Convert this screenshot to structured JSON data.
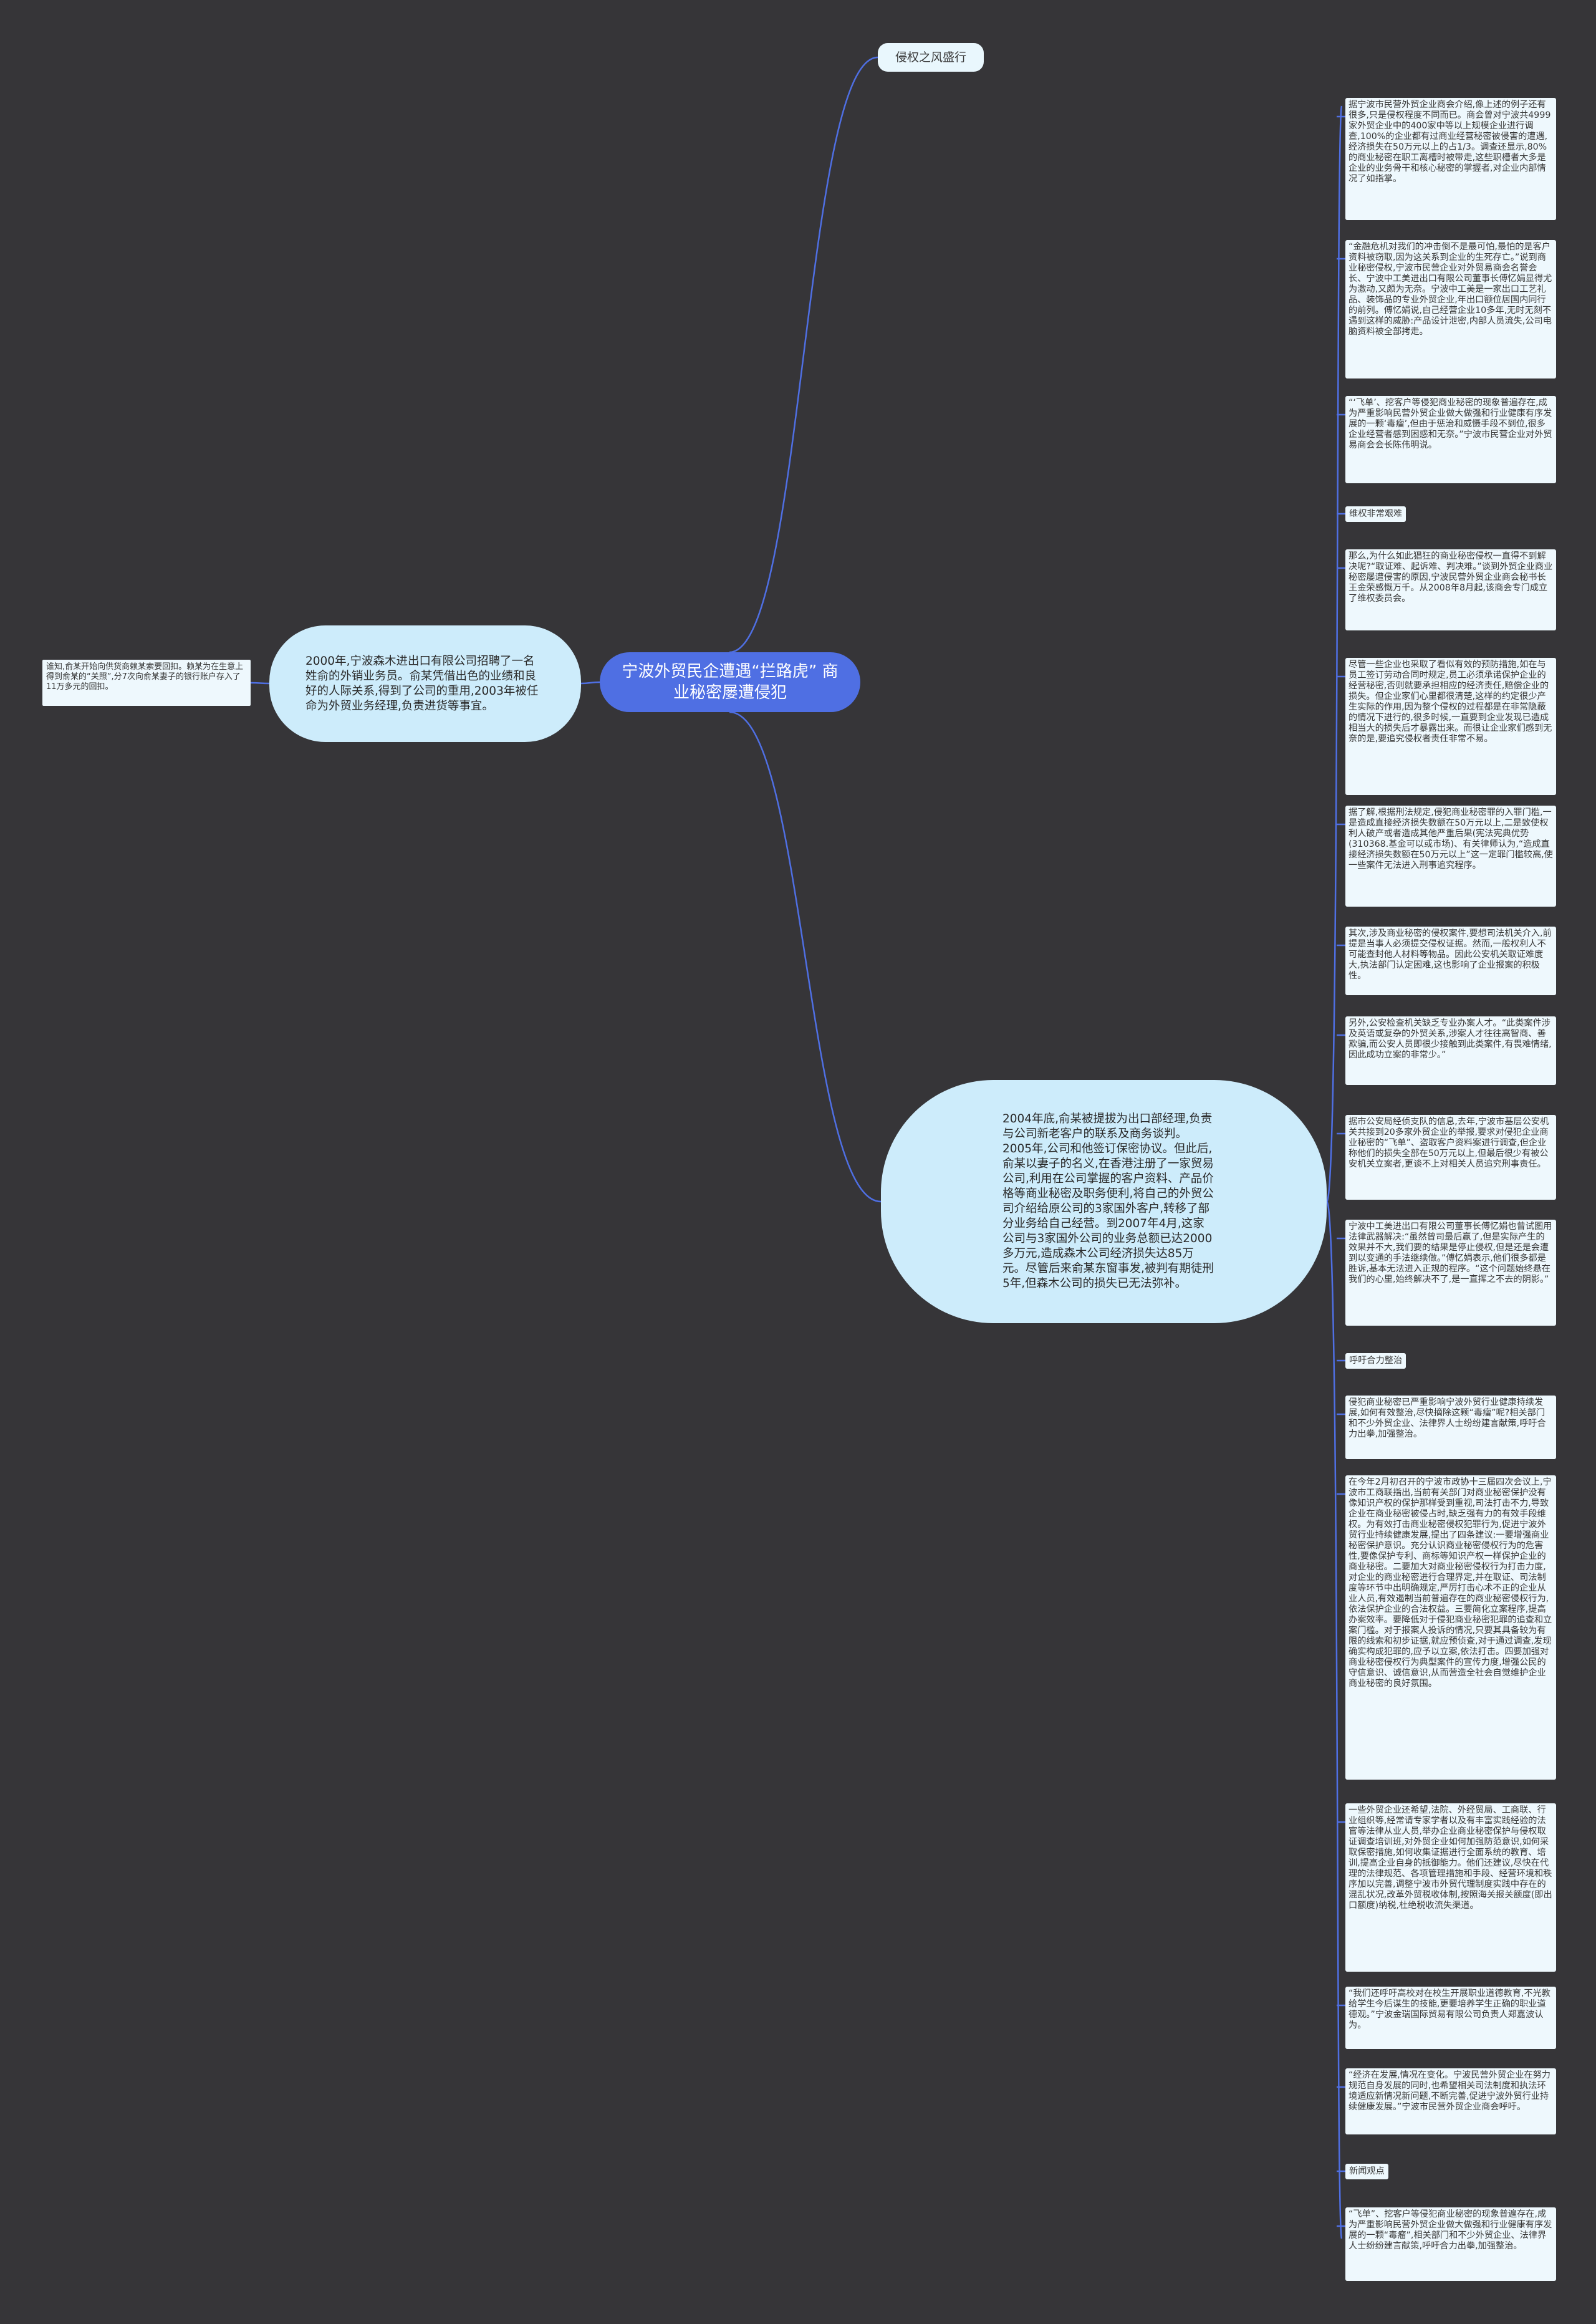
{
  "root": {
    "title": "宁波外贸民企遭遇“拦路虎” 商业秘密屡遭侵犯"
  },
  "top": {
    "label": "侵权之风盛行"
  },
  "left_node": {
    "text": "2000年,宁波森木进出口有限公司招聘了一名姓俞的外销业务员。俞某凭借出色的业绩和良好的人际关系,得到了公司的重用,2003年被任命为外贸业务经理,负责进货等事宜。"
  },
  "far_left": {
    "text": "谁知,俞某开始向供货商赖某索要回扣。赖某为在生意上得到俞某的“关照”,分7次向俞某妻子的银行账户存入了11万多元的回扣。"
  },
  "right_node": {
    "text": "2004年底,俞某被提拔为出口部经理,负责与公司新老客户的联系及商务谈判。2005年,公司和他签订保密协议。但此后,俞某以妻子的名义,在香港注册了一家贸易公司,利用在公司掌握的客户资料、产品价格等商业秘密及职务便利,将自己的外贸公司介绍给原公司的3家国外客户,转移了部分业务给自己经营。到2007年4月,这家公司与3家国外公司的业务总额已达2000多万元,造成森木公司经济损失达85万元。尽管后来俞某东窗事发,被判有期徒刑5年,但森木公司的损失已无法弥补。"
  },
  "leaves": [
    {
      "text": "据宁波市民营外贸企业商会介绍,像上述的例子还有很多,只是侵权程度不同而已。商会曾对宁波共4999家外贸企业中的400家中等以上规模企业进行调查,100%的企业都有过商业经营秘密被侵害的遭遇,经济损失在50万元以上的占1/3。调查还显示,80%的商业秘密在职工离槽时被带走,这些职槽者大多是企业的业务骨干和核心秘密的掌握者,对企业内部情况了如指掌。"
    },
    {
      "text": "“金融危机对我们的冲击倒不是最可怕,最怕的是客户资料被窃取,因为这关系到企业的生死存亡。”说到商业秘密侵权,宁波市民营企业对外贸易商会名誉会长、宁波中工美进出口有限公司董事长傅忆娟显得尤为激动,又颇为无奈。宁波中工美是一家出口工艺礼品、装饰品的专业外贸企业,年出口额位居国内同行的前列。傅忆娟说,自己经营企业10多年,无时无刻不遇到这样的威胁:产品设计泄密,内部人员流失,公司电脑资料被全部拷走。"
    },
    {
      "text": "“‘飞单’、挖客户等侵犯商业秘密的现象普遍存在,成为严重影响民营外贸企业做大做强和行业健康有序发展的一颗‘毒瘤’,但由于惩治和威慑手段不到位,很多企业经营者感到困惑和无奈。”宁波市民营企业对外贸易商会会长陈伟明说。"
    },
    {
      "text": "维权非常艰难",
      "short": true
    },
    {
      "text": "那么,为什么如此猖狂的商业秘密侵权一直得不到解决呢?“取证难、起诉难、判决难。”谈到外贸企业商业秘密屡遭侵害的原因,宁波民营外贸企业商会秘书长王金荣感慨万千。从2008年8月起,该商会专门成立了维权委员会。"
    },
    {
      "text": "尽管一些企业也采取了看似有效的预防措施,如在与员工签订劳动合同时规定,员工必须承诺保护企业的经营秘密,否则就要承担相应的经济责任,赔偿企业的损失。但企业家们心里都很清楚,这样的约定很少产生实际的作用,因为整个侵权的过程都是在非常隐蔽的情况下进行的,很多时候,一直要到企业发现已造成相当大的损失后才暴露出来。而很让企业家们感到无奈的是,要追究侵权者责任非常不易。"
    },
    {
      "text": "据了解,根据刑法规定,侵犯商业秘密罪的入罪门槛,一是造成直接经济损失数额在50万元以上,二是致使权利人破产或者造成其他严重后果(宪法宪典优势(310368.基金可以或市场)、有关律师认为,“造成直接经济损失数额在50万元以上”这一定罪门槛较高,使一些案件无法进入刑事追究程序。"
    },
    {
      "text": "其次,涉及商业秘密的侵权案件,要想司法机关介入,前提是当事人必须提交侵权证据。然而,一般权利人不可能查封他人材料等物品。因此公安机关取证难度大,执法部门认定困难,这也影响了企业报案的积极性。"
    },
    {
      "text": "另外,公安检查机关缺乏专业办案人才。“此类案件涉及英语或复杂的外贸关系,涉案人才往往高智商、善欺骗,而公安人员即很少接触到此类案件,有畏难情绪,因此成功立案的非常少。”"
    },
    {
      "text": "据市公安局经侦支队的信息,去年,宁波市基层公安机关共接到20多家外贸企业的举报,要求对侵犯企业商业秘密的“飞单”、盗取客户资料案进行调查,但企业称他们的损失全部在50万元以上,但最后很少有被公安机关立案者,更谈不上对相关人员追究刑事责任。"
    },
    {
      "text": "宁波中工美进出口有限公司董事长傅忆娟也曾试图用法律武器解决:“虽然曾司最后赢了,但是实际产生的效果并不大,我们要的结果是停止侵权,但是还是会遭到以变通的手法继续做。”傅忆娟表示,他们很多都是胜诉,基本无法进入正规的程序。“这个问题始终悬在我们的心里,始终解决不了,是一直挥之不去的阴影。”"
    },
    {
      "text": "呼吁合力整治",
      "short": true
    },
    {
      "text": "侵犯商业秘密已严重影响宁波外贸行业健康持续发展,如何有效整治,尽快摘除这颗“毒瘤”呢?相关部门和不少外贸企业、法律界人士纷纷建言献策,呼吁合力出拳,加强整治。"
    },
    {
      "text": "在今年2月初召开的宁波市政协十三届四次会议上,宁波市工商联指出,当前有关部门对商业秘密保护没有像知识产权的保护那样受到重视,司法打击不力,导致企业在商业秘密被侵占时,缺乏强有力的有效手段维权。为有效打击商业秘密侵权犯罪行为,促进宁波外贸行业持续健康发展,提出了四条建议:一要增强商业秘密保护意识。充分认识商业秘密侵权行为的危害性,要像保护专利、商标等知识产权一样保护企业的商业秘密。二要加大对商业秘密侵权行为打击力度,对企业的商业秘密进行合理界定,并在取证、司法制度等环节中出明确规定,严厉打击心术不正的企业从业人员,有效遏制当前普遍存在的商业秘密侵权行为,依法保护企业的合法权益。三要简化立案程序,提高办案效率。要降低对于侵犯商业秘密犯罪的追查和立案门槛。对于报案人投诉的情况,只要其具备较为有限的线索和初步证据,就应预侦查,对于通过调查,发现确实构成犯罪的,应予以立案,依法打击。四要加强对商业秘密侵权行为典型案件的宣传力度,增强公民的守信意识、诚信意识,从而营造全社会自觉维护企业商业秘密的良好氛围。"
    },
    {
      "text": "一些外贸企业还希望,法院、外经贸局、工商联、行业组织等,经常请专家学者以及有丰富实践经验的法官等法律从业人员,举办企业商业秘密保护与侵权取证调查培训班,对外贸企业如何加强防范意识,如何采取保密措施,如何收集证据进行全面系统的教育、培训,提高企业自身的抵御能力。他们还建议,尽快在代理的法律规范、各项管理措施和手段、经营环境和秩序加以完善,调整宁波市外贸代理制度实践中存在的混乱状况,改革外贸税收体制,按照海关报关额度(即出口额度)纳税,杜绝税收流失渠道。"
    },
    {
      "text": "“我们还呼吁高校对在校生开展职业道德教育,不光教给学生今后谋生的技能,更要培养学生正确的职业道德观。”宁波金瑞国际贸易有限公司负责人郑嘉波认为。"
    },
    {
      "text": "“经济在发展,情况在变化。宁波民营外贸企业在努力规范自身发展的同时,也希望相关司法制度和执法环境适应新情况新问题,不断完善,促进宁波外贸行业持续健康发展。”宁波市民营外贸企业商会呼吁。"
    },
    {
      "text": "新闻观点",
      "short": true
    },
    {
      "text": "“飞单”、挖客户等侵犯商业秘密的现象普遍存在,成为严重影响民营外贸企业做大做强和行业健康有序发展的一颗“毒瘤”,相关部门和不少外贸企业、法律界人士纷纷建言献策,呼吁合力出拳,加强整治。"
    }
  ],
  "colors": {
    "background": "#363538",
    "root": "#4f6fe3",
    "node": "#cdecfb",
    "edge": "#4f6fe3"
  }
}
